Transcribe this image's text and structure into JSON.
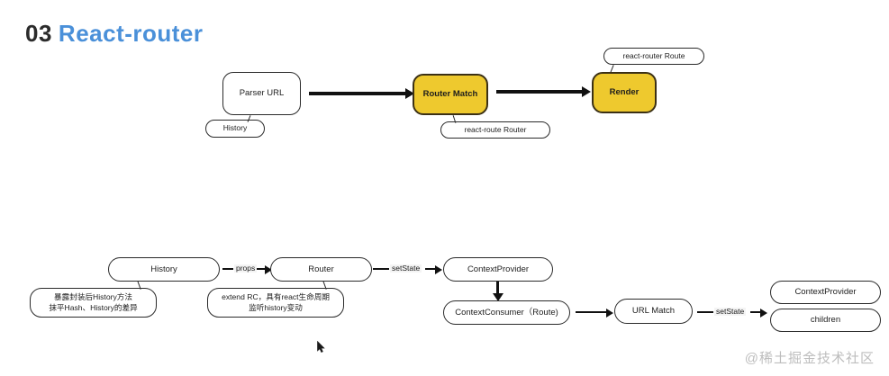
{
  "slide": {
    "number": "03",
    "title": "React-router"
  },
  "diagram_top": {
    "nodes": [
      {
        "id": "parser-url",
        "label": "Parser URL",
        "style": "plain"
      },
      {
        "id": "router-match",
        "label": "Router Match",
        "style": "gold"
      },
      {
        "id": "render",
        "label": "Render",
        "style": "gold"
      }
    ],
    "callouts": [
      {
        "id": "history",
        "label": "History"
      },
      {
        "id": "react-route-router",
        "label": "react-route Router"
      },
      {
        "id": "react-router-route",
        "label": "react-router Route"
      }
    ]
  },
  "diagram_bottom": {
    "nodes": [
      {
        "id": "history",
        "label": "History"
      },
      {
        "id": "router",
        "label": "Router"
      },
      {
        "id": "context-provider",
        "label": "ContextProvider"
      },
      {
        "id": "context-consumer",
        "label": "ContextConsumer（Route)"
      },
      {
        "id": "url-match",
        "label": "URL Match"
      },
      {
        "id": "context-provider-2",
        "label": "ContextProvider"
      },
      {
        "id": "children",
        "label": "children"
      }
    ],
    "callouts": [
      {
        "id": "history-note",
        "label": "暴露封装后History方法\n抹平Hash、History的差异"
      },
      {
        "id": "router-note",
        "label": "extend RC，具有react生命周期\n监听history变动"
      }
    ],
    "edge_labels": [
      {
        "id": "props",
        "label": "props"
      },
      {
        "id": "set-state-1",
        "label": "setState"
      },
      {
        "id": "set-state-2",
        "label": "setState"
      }
    ]
  },
  "watermark": {
    "text": "@稀土掘金技术社区"
  },
  "colors": {
    "accent_blue": "#4a90d9",
    "gold": "#eec92e",
    "ink": "#1d1d1d"
  }
}
